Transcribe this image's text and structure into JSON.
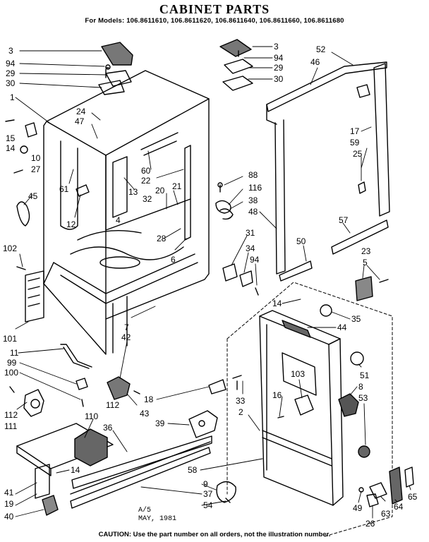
{
  "header": {
    "title": "CABINET PARTS",
    "models": "For Models: 106.8611610,   106.8611620, 106.8611640,   106.8611660, 106.8611680"
  },
  "footer": {
    "stamp_code": "A/5",
    "stamp_date": "MAY, 1981",
    "caution": "CAUTION: Use the part number on all orders, not the illustration number."
  },
  "callouts": [
    {
      "id": "c3a",
      "text": "3"
    },
    {
      "id": "c94a",
      "text": "94"
    },
    {
      "id": "c29a",
      "text": "29"
    },
    {
      "id": "c30a",
      "text": "30"
    },
    {
      "id": "c1",
      "text": "1"
    },
    {
      "id": "c15",
      "text": "15"
    },
    {
      "id": "c14a",
      "text": "14"
    },
    {
      "id": "c10",
      "text": "10"
    },
    {
      "id": "c27",
      "text": "27"
    },
    {
      "id": "c24",
      "text": "24"
    },
    {
      "id": "c47",
      "text": "47"
    },
    {
      "id": "c61",
      "text": "61"
    },
    {
      "id": "c60",
      "text": "60"
    },
    {
      "id": "c22",
      "text": "22"
    },
    {
      "id": "c13",
      "text": "13"
    },
    {
      "id": "c45",
      "text": "45"
    },
    {
      "id": "c12",
      "text": "12"
    },
    {
      "id": "c32",
      "text": "32"
    },
    {
      "id": "c20",
      "text": "20"
    },
    {
      "id": "c21",
      "text": "21"
    },
    {
      "id": "c4",
      "text": "4"
    },
    {
      "id": "c28",
      "text": "28"
    },
    {
      "id": "c6",
      "text": "6"
    },
    {
      "id": "c102",
      "text": "102"
    },
    {
      "id": "c7",
      "text": "7"
    },
    {
      "id": "c101",
      "text": "101"
    },
    {
      "id": "c42",
      "text": "42"
    },
    {
      "id": "c11",
      "text": "11"
    },
    {
      "id": "c99",
      "text": "99"
    },
    {
      "id": "c100",
      "text": "100"
    },
    {
      "id": "c112a",
      "text": "112"
    },
    {
      "id": "c111",
      "text": "111"
    },
    {
      "id": "c112b",
      "text": "112"
    },
    {
      "id": "c43",
      "text": "43"
    },
    {
      "id": "c18",
      "text": "18"
    },
    {
      "id": "c110",
      "text": "110"
    },
    {
      "id": "c36",
      "text": "36"
    },
    {
      "id": "c39",
      "text": "39"
    },
    {
      "id": "c14b",
      "text": "14"
    },
    {
      "id": "c41",
      "text": "41"
    },
    {
      "id": "c19",
      "text": "19"
    },
    {
      "id": "c40",
      "text": "40"
    },
    {
      "id": "c37",
      "text": "37"
    },
    {
      "id": "c9",
      "text": "9"
    },
    {
      "id": "c54",
      "text": "54"
    },
    {
      "id": "c58",
      "text": "58"
    },
    {
      "id": "c3b",
      "text": "3"
    },
    {
      "id": "c94b",
      "text": "94"
    },
    {
      "id": "c29b",
      "text": "29"
    },
    {
      "id": "c30b",
      "text": "30"
    },
    {
      "id": "c52",
      "text": "52"
    },
    {
      "id": "c46",
      "text": "46"
    },
    {
      "id": "c17",
      "text": "17"
    },
    {
      "id": "c59",
      "text": "59"
    },
    {
      "id": "c25",
      "text": "25"
    },
    {
      "id": "c88",
      "text": "88"
    },
    {
      "id": "c116",
      "text": "116"
    },
    {
      "id": "c38",
      "text": "38"
    },
    {
      "id": "c48",
      "text": "48"
    },
    {
      "id": "c57",
      "text": "57"
    },
    {
      "id": "c31",
      "text": "31"
    },
    {
      "id": "c34",
      "text": "34"
    },
    {
      "id": "c94c",
      "text": "94"
    },
    {
      "id": "c50",
      "text": "50"
    },
    {
      "id": "c23",
      "text": "23"
    },
    {
      "id": "c5",
      "text": "5"
    },
    {
      "id": "c14c",
      "text": "14"
    },
    {
      "id": "c35",
      "text": "35"
    },
    {
      "id": "c44",
      "text": "44"
    },
    {
      "id": "c51",
      "text": "51"
    },
    {
      "id": "c103",
      "text": "103"
    },
    {
      "id": "c16",
      "text": "16"
    },
    {
      "id": "c8",
      "text": "8"
    },
    {
      "id": "c53",
      "text": "53"
    },
    {
      "id": "c33",
      "text": "33"
    },
    {
      "id": "c2",
      "text": "2"
    },
    {
      "id": "c49",
      "text": "49"
    },
    {
      "id": "c26",
      "text": "26"
    },
    {
      "id": "c63",
      "text": "63"
    },
    {
      "id": "c64",
      "text": "64"
    },
    {
      "id": "c65",
      "text": "65"
    }
  ]
}
